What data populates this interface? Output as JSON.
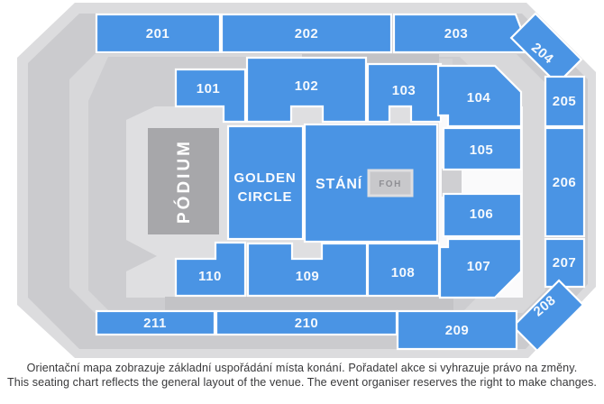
{
  "arena": {
    "stage": {
      "label": "PÓDIUM"
    },
    "foh": {
      "label": "FOH"
    },
    "floor_zones": {
      "golden_circle": {
        "line1": "GOLDEN",
        "line2": "CIRCLE"
      },
      "stani": {
        "label": "STÁNÍ"
      }
    },
    "sections": {
      "s101": {
        "label": "101"
      },
      "s102": {
        "label": "102"
      },
      "s103": {
        "label": "103"
      },
      "s104": {
        "label": "104"
      },
      "s105": {
        "label": "105"
      },
      "s106": {
        "label": "106"
      },
      "s107": {
        "label": "107"
      },
      "s108": {
        "label": "108"
      },
      "s109": {
        "label": "109"
      },
      "s110": {
        "label": "110"
      },
      "s201": {
        "label": "201"
      },
      "s202": {
        "label": "202"
      },
      "s203": {
        "label": "203"
      },
      "s204": {
        "label": "204"
      },
      "s205": {
        "label": "205"
      },
      "s206": {
        "label": "206"
      },
      "s207": {
        "label": "207"
      },
      "s208": {
        "label": "208"
      },
      "s209": {
        "label": "209"
      },
      "s210": {
        "label": "210"
      },
      "s211": {
        "label": "211"
      }
    }
  },
  "caption": {
    "line_cs": "Orientační mapa zobrazuje základní uspořádání místa konání. Pořadatel akce si vyhrazuje právo na změny.",
    "line_en": "This seating chart reflects the general layout of the venue. The event organiser reserves the right to make changes."
  },
  "colors": {
    "section_blue": "#4A94E4",
    "stage_gray": "#A7A7AA",
    "arena_outer": "#DCDCDE",
    "bowl_upper": "#CBCBCE",
    "concourse": "#D8D8DA",
    "bowl_lower": "#CDCDD0",
    "floor": "#DFDFE1",
    "tunnel_bar": "#C3C3C6",
    "foh_fill": "#C8C8CB",
    "caption_text": "#38383A"
  }
}
